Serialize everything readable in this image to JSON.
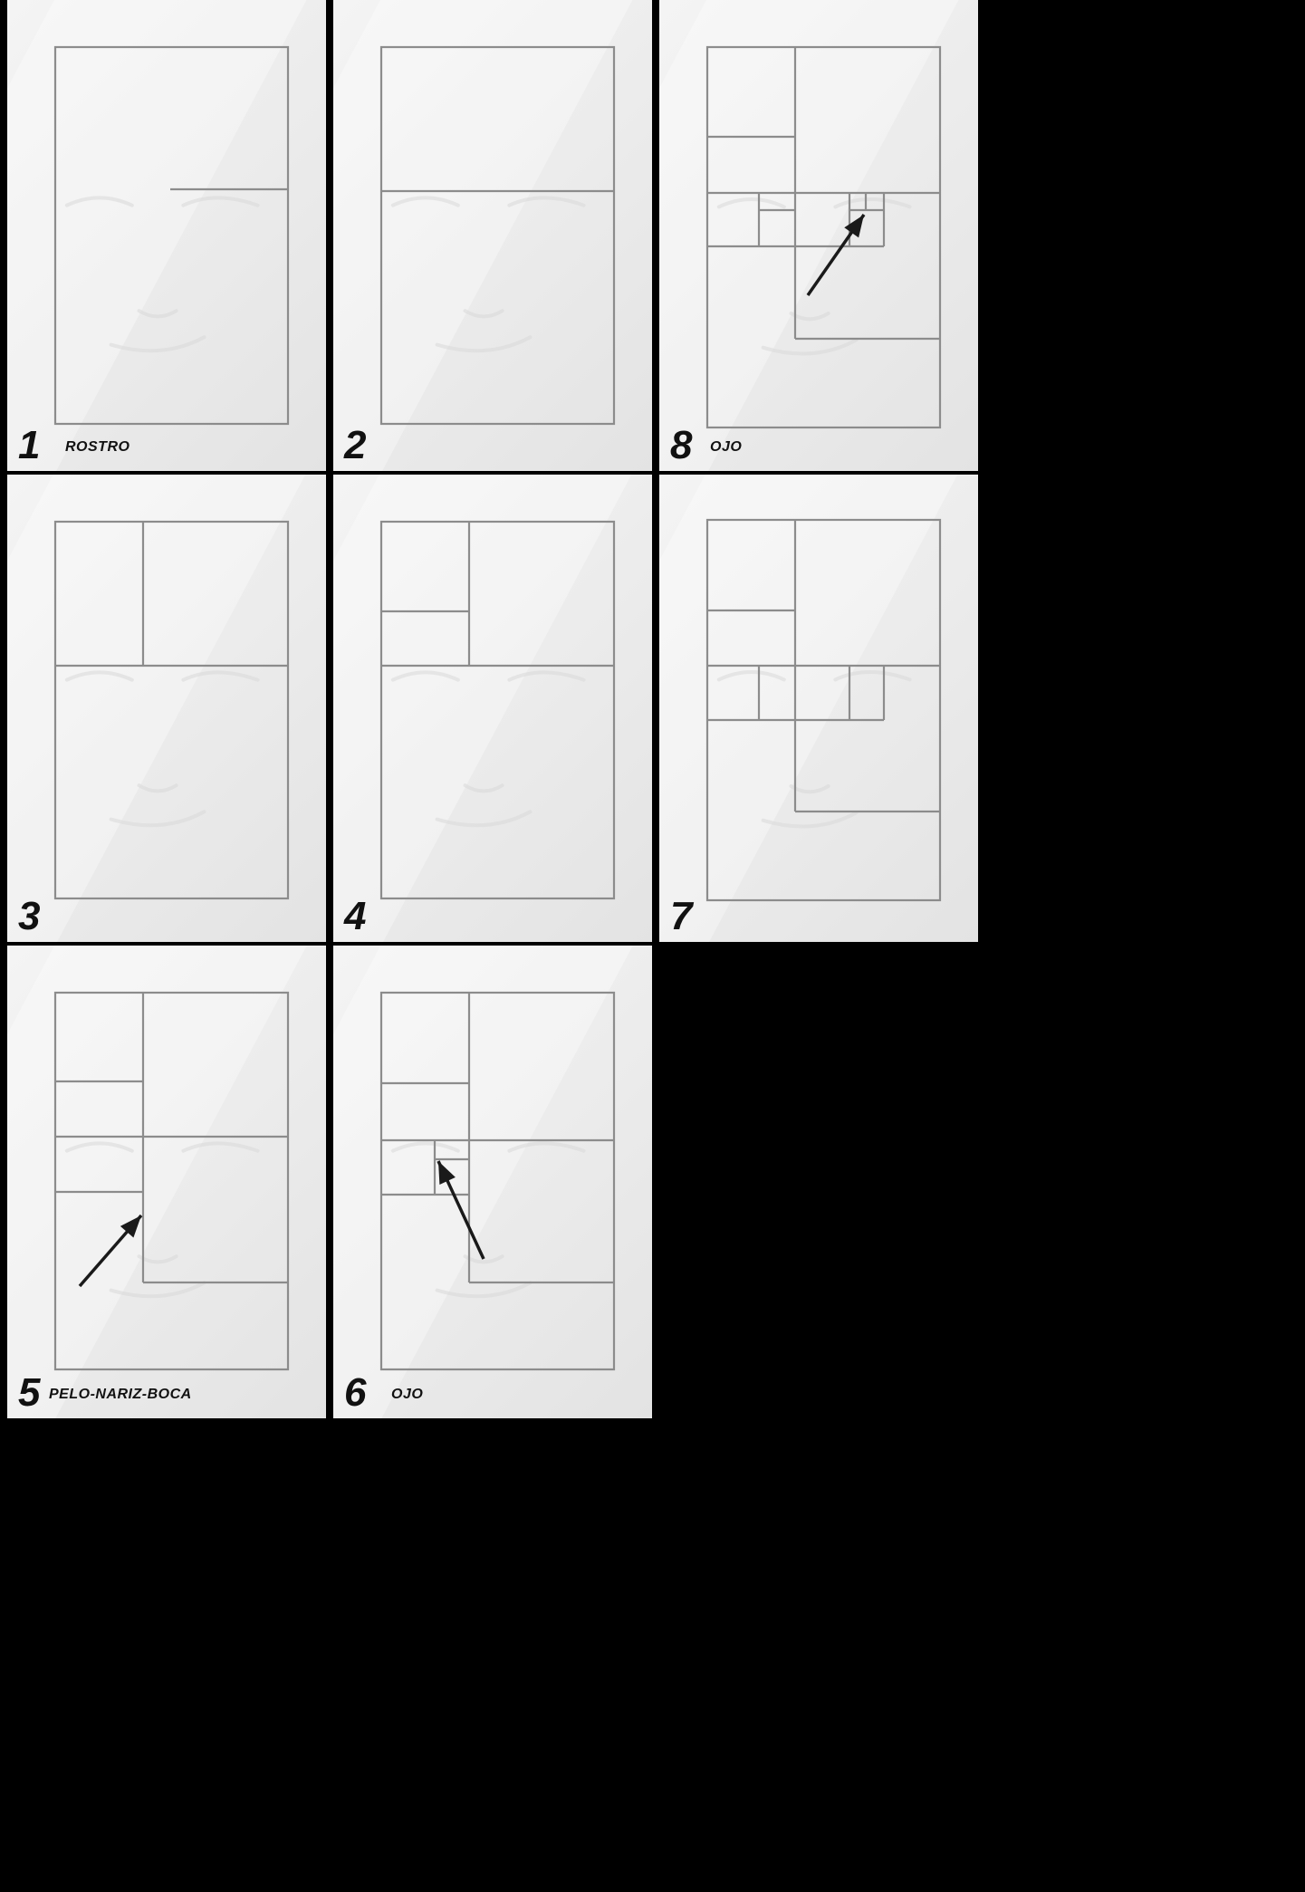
{
  "panels": [
    {
      "id": "p1",
      "number": "1",
      "caption": "ROSTRO"
    },
    {
      "id": "p2",
      "number": "2",
      "caption": ""
    },
    {
      "id": "p8",
      "number": "8",
      "caption": "OJO"
    },
    {
      "id": "p3",
      "number": "3",
      "caption": ""
    },
    {
      "id": "p4",
      "number": "4",
      "caption": ""
    },
    {
      "id": "p7",
      "number": "7",
      "caption": ""
    },
    {
      "id": "p5",
      "number": "5",
      "caption": "PELO-NARIZ-BOCA"
    },
    {
      "id": "p6",
      "number": "6",
      "caption": "OJO"
    }
  ],
  "colors": {
    "line": "#8c8c8c",
    "arrow": "#1a1a1a",
    "face_tone": "#d9d9d9",
    "background": "#000000"
  }
}
